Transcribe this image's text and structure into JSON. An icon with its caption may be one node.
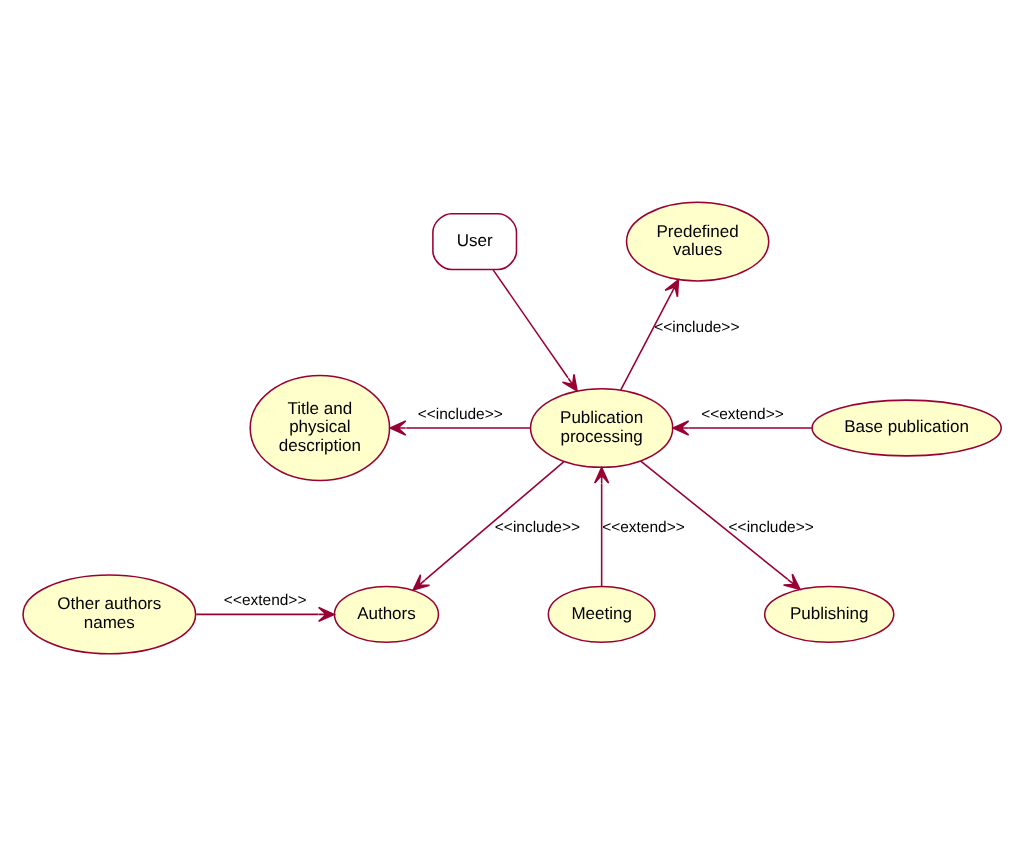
{
  "diagram": {
    "nodes": [
      {
        "text": [
          "User"
        ]
      },
      {
        "text": [
          "Predefined values"
        ]
      },
      {
        "text": [
          "Title and physical description"
        ]
      },
      {
        "text": [
          "Publication processing"
        ]
      },
      {
        "text": [
          "Base publication"
        ]
      },
      {
        "text": [
          "Publishing"
        ]
      },
      {
        "text": [
          "Other authors names"
        ]
      },
      {
        "text": [
          "Authors"
        ]
      },
      {
        "text": [
          "Meeting"
        ]
      }
    ],
    "edges": [
      {
        "from": 0,
        "to": 3,
        "arrow": "to"
      },
      {
        "from": 3,
        "to": 1,
        "arrow": "to",
        "label": "<<include>>"
      },
      {
        "from": 4,
        "to": 3,
        "arrow": "to",
        "label": "<<extend>>"
      },
      {
        "from": 3,
        "to": 2,
        "arrow": "to",
        "label": "<<include>>"
      },
      {
        "from": 3,
        "to": 5,
        "arrow": "to",
        "label": "<<include>>"
      },
      {
        "from": 3,
        "to": 7,
        "arrow": "to",
        "label": "<<include>>"
      },
      {
        "from": 6,
        "to": 7,
        "arrow": "to",
        "label": "<<extend>>"
      },
      {
        "from": 8,
        "to": 3,
        "arrow": "to",
        "label": "<<extend>>"
      }
    ]
  }
}
